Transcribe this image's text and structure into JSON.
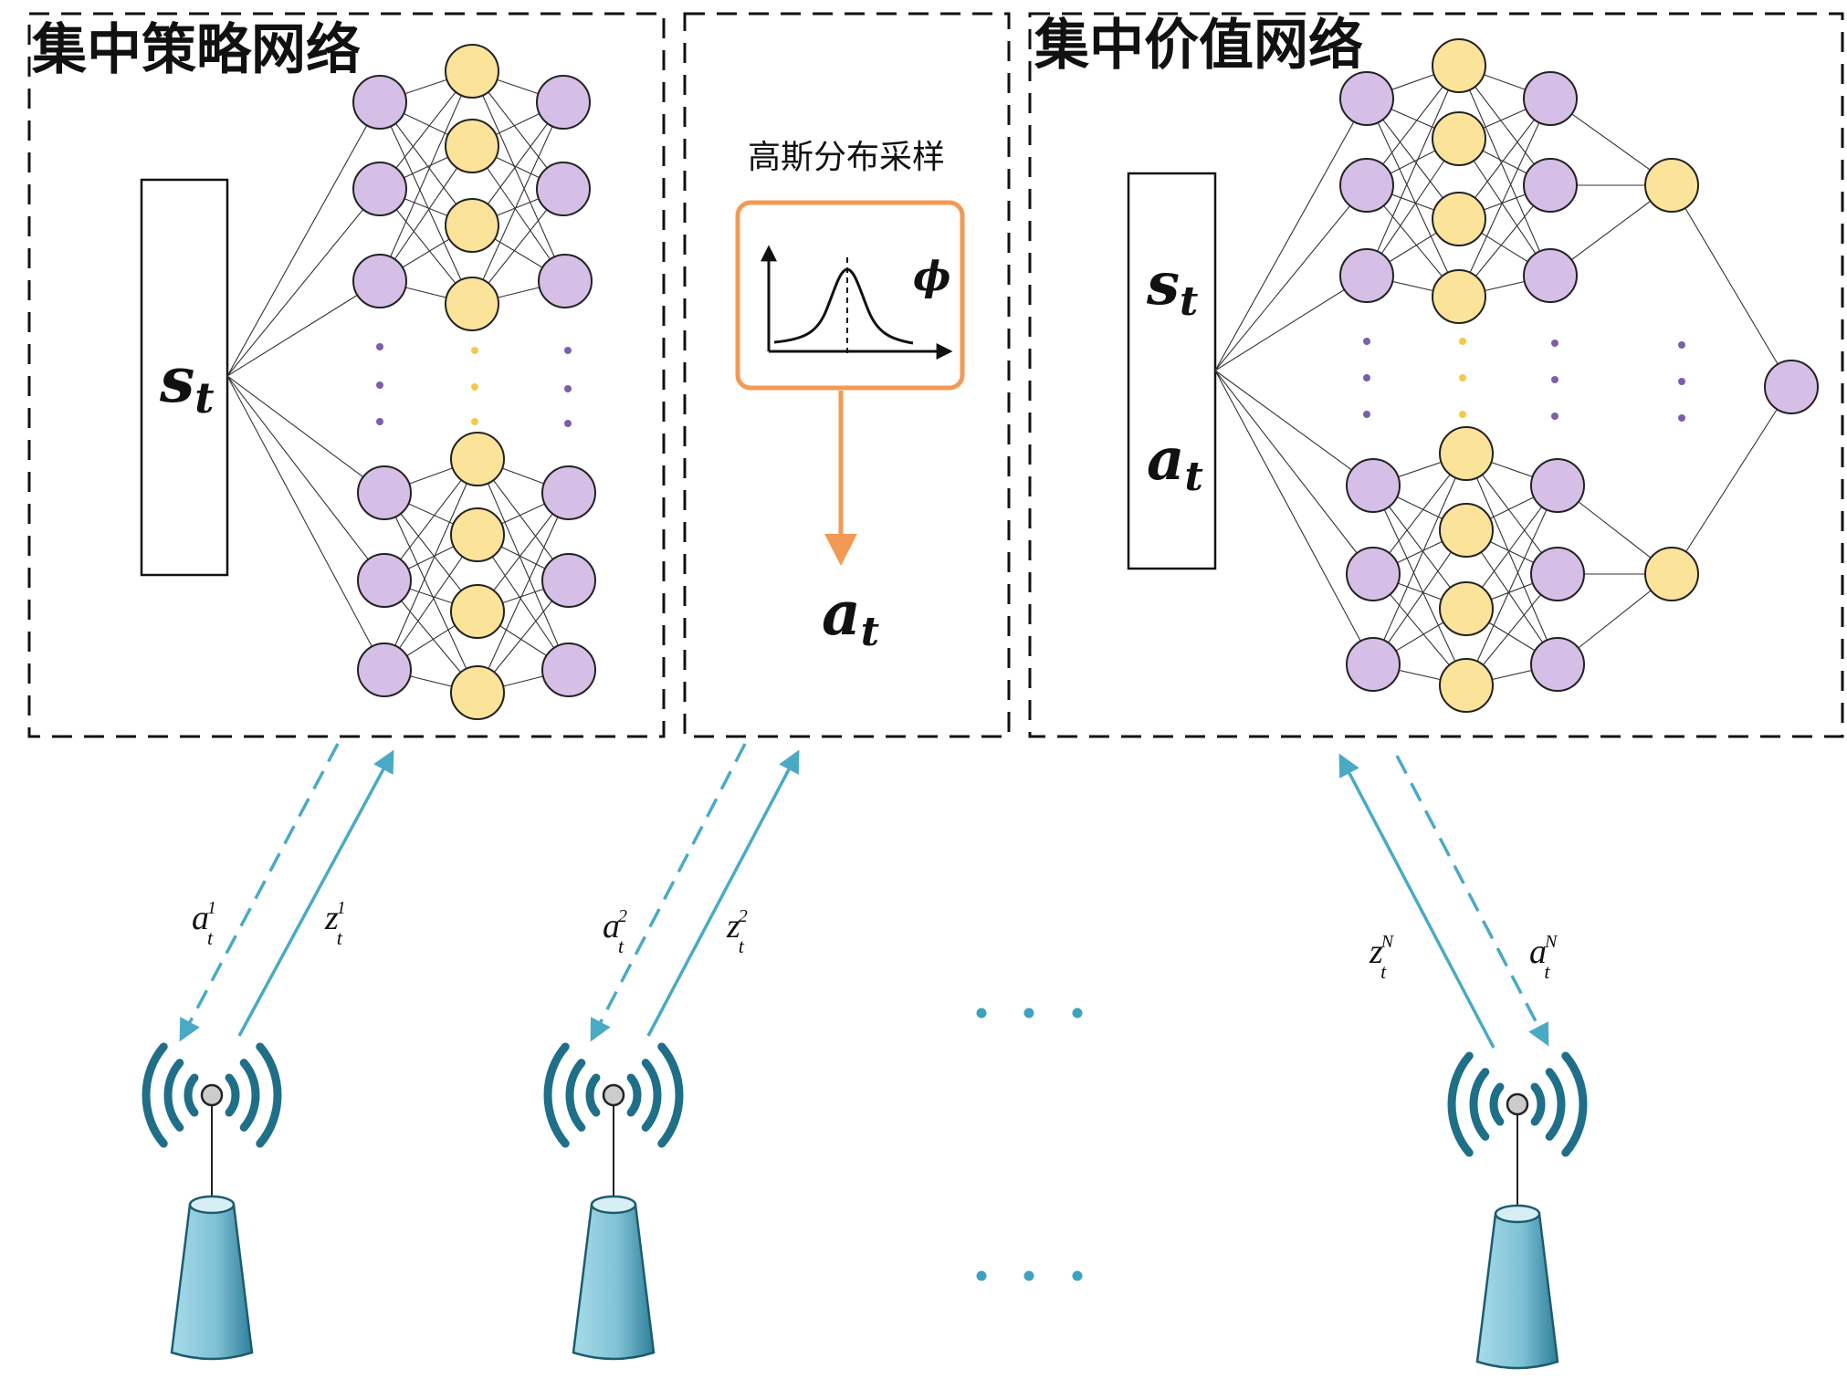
{
  "panels": {
    "policy": {
      "title": "集中策略网络",
      "state_var": "s",
      "state_sub": "t"
    },
    "sampling": {
      "title": "高斯分布采样",
      "param": "ϕ",
      "output_var": "a",
      "output_sub": "t"
    },
    "value": {
      "title": "集中价值网络",
      "state_var": "s",
      "state_sub": "t",
      "action_var": "a",
      "action_sub": "t"
    }
  },
  "links": [
    {
      "action_var": "a",
      "action_sub": "t",
      "action_sup": "1",
      "obs_var": "z",
      "obs_sub": "t",
      "obs_sup": "1"
    },
    {
      "action_var": "a",
      "action_sub": "t",
      "action_sup": "2",
      "obs_var": "z",
      "obs_sub": "t",
      "obs_sup": "2"
    },
    {
      "action_var": "a",
      "action_sub": "t",
      "action_sup": "N",
      "obs_var": "z",
      "obs_sub": "t",
      "obs_sup": "N"
    }
  ],
  "colors": {
    "node_purple": "#d6bfe6",
    "node_yellow": "#fbe39a",
    "dot_purple": "#7b5fa8",
    "dot_yellow": "#f4c94a",
    "orange": "#f29a55",
    "link_teal": "#4aaac6",
    "antenna_dark": "#1f6f88",
    "antenna_light": "#8ccbdc",
    "ellipsis_teal": "#3ea2bf"
  },
  "icons": [
    "gaussian-curve-icon",
    "antenna-icon",
    "wifi-waves-icon"
  ]
}
